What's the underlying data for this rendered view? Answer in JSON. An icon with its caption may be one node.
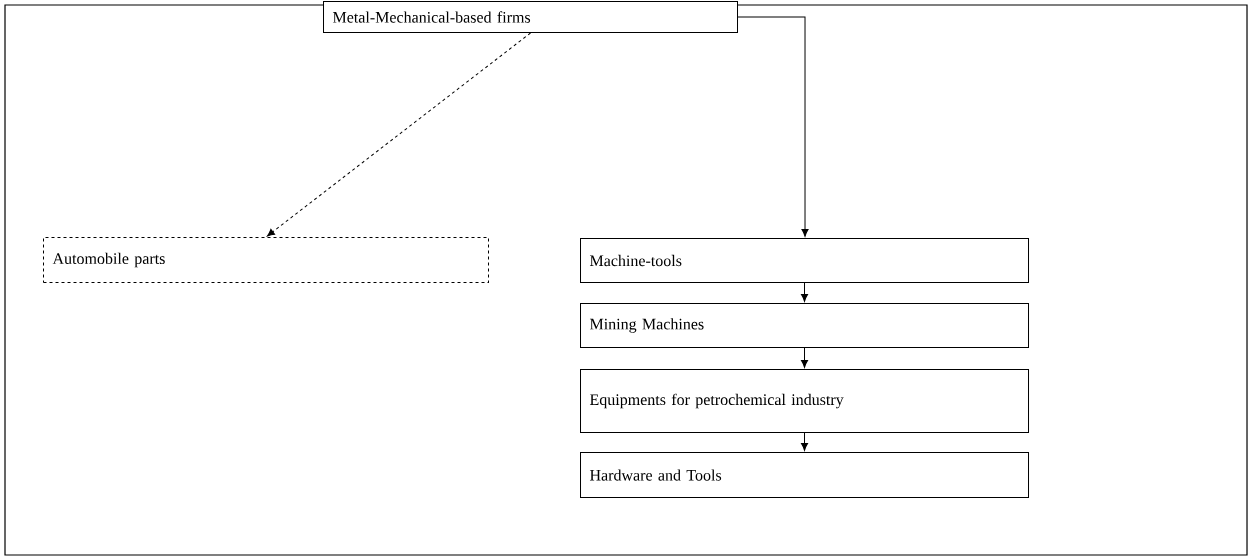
{
  "diagram": {
    "nodes": [
      {
        "text": [
          "Metal-Mechanical-based firms"
        ]
      },
      {
        "text": [
          "Automobile parts"
        ]
      },
      {
        "text": [
          "Machine-tools"
        ]
      },
      {
        "text": [
          "Mining Machines"
        ]
      },
      {
        "text": [
          "Equipments for petrochemical industry"
        ]
      },
      {
        "text": [
          "Hardware and Tools"
        ]
      }
    ],
    "edges": [
      {
        "from": 0,
        "to": 1,
        "arrow": "to",
        "style": "dashed"
      },
      {
        "from": 0,
        "to": 2,
        "arrow": "to"
      },
      {
        "from": 2,
        "to": 3,
        "arrow": "to"
      },
      {
        "from": 3,
        "to": 4,
        "arrow": "to"
      },
      {
        "from": 4,
        "to": 5,
        "arrow": "to"
      }
    ]
  }
}
